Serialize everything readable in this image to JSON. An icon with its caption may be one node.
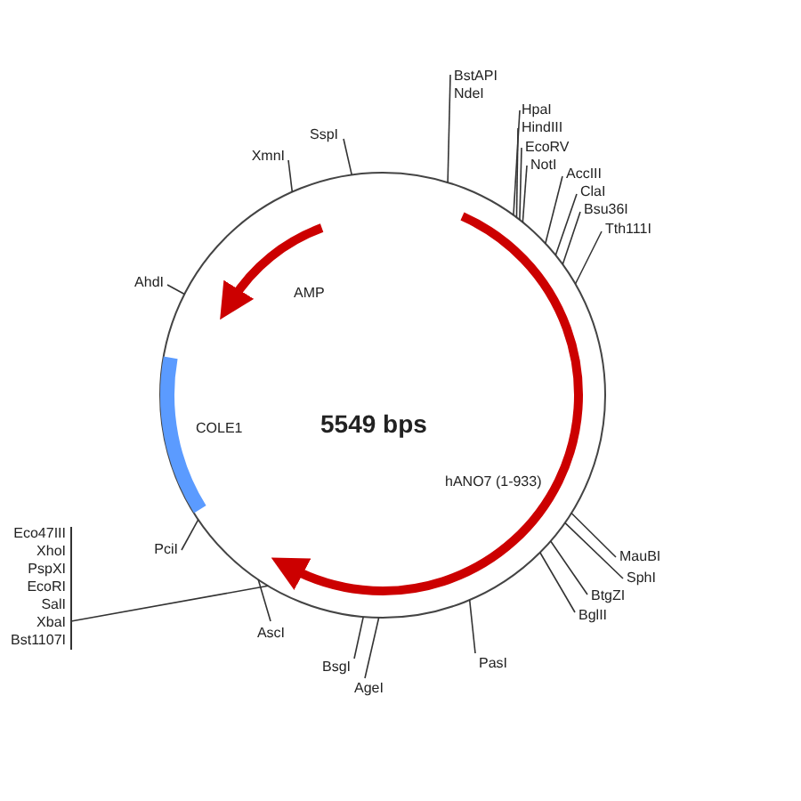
{
  "diagram": {
    "nodes": [
      {
        "text": [
          "BstAPI",
          "NdeI"
        ]
      },
      {
        "text": [
          "HpaI"
        ]
      },
      {
        "text": [
          "HindIII"
        ]
      },
      {
        "text": [
          "EcoRV"
        ]
      },
      {
        "text": [
          "NotI"
        ]
      },
      {
        "text": [
          "SspI"
        ]
      },
      {
        "text": [
          "XmnI"
        ]
      },
      {
        "text": [
          "AccIII"
        ]
      },
      {
        "text": [
          "ClaI"
        ]
      },
      {
        "text": [
          "Bsu36I"
        ]
      },
      {
        "text": [
          "Tth111I"
        ]
      },
      {
        "text": [
          "AhdI"
        ]
      },
      {
        "text": [
          "PciI"
        ]
      },
      {
        "text": [
          "MauBI"
        ]
      },
      {
        "text": [
          "SphI"
        ]
      },
      {
        "text": [
          "BtgZI"
        ]
      },
      {
        "text": [
          "BglII"
        ]
      },
      {
        "text": [
          "Eco47III",
          "XhoI",
          "PspXI",
          "EcoRI",
          "SalI",
          "XbaI",
          "Bst1107I"
        ]
      },
      {
        "text": [
          "AscI"
        ]
      },
      {
        "text": [
          "PasI"
        ]
      },
      {
        "text": [
          "BsgI"
        ]
      },
      {
        "text": [
          "AgeI"
        ]
      }
    ],
    "edges": [
      {
        "from": 0,
        "to": null,
        "arrow": "none"
      },
      {
        "from": 1,
        "to": null,
        "arrow": "none"
      },
      {
        "from": 2,
        "to": null,
        "arrow": "none"
      },
      {
        "from": 3,
        "to": null,
        "arrow": "none"
      },
      {
        "from": 4,
        "to": null,
        "arrow": "none"
      },
      {
        "from": 5,
        "to": null,
        "arrow": "none"
      },
      {
        "from": 6,
        "to": null,
        "arrow": "none"
      },
      {
        "from": 7,
        "to": null,
        "arrow": "none"
      },
      {
        "from": 8,
        "to": null,
        "arrow": "none"
      },
      {
        "from": 9,
        "to": null,
        "arrow": "none"
      },
      {
        "from": 10,
        "to": null,
        "arrow": "none"
      },
      {
        "from": 11,
        "to": null,
        "arrow": "none"
      },
      {
        "from": 12,
        "to": null,
        "arrow": "none"
      },
      {
        "from": 13,
        "to": null,
        "arrow": "none"
      },
      {
        "from": 14,
        "to": null,
        "arrow": "none"
      },
      {
        "from": 15,
        "to": null,
        "arrow": "none"
      },
      {
        "from": 16,
        "to": null,
        "arrow": "none"
      },
      {
        "from": 17,
        "to": null,
        "arrow": "none"
      },
      {
        "from": 18,
        "to": null,
        "arrow": "none"
      },
      {
        "from": 19,
        "to": null,
        "arrow": "none"
      },
      {
        "from": 20,
        "to": null,
        "arrow": "none"
      },
      {
        "from": 21,
        "to": null,
        "arrow": "none"
      }
    ],
    "labels": [
      "AMP",
      "5549 bps",
      "COLE1",
      "hANO7 (1-933)"
    ]
  }
}
